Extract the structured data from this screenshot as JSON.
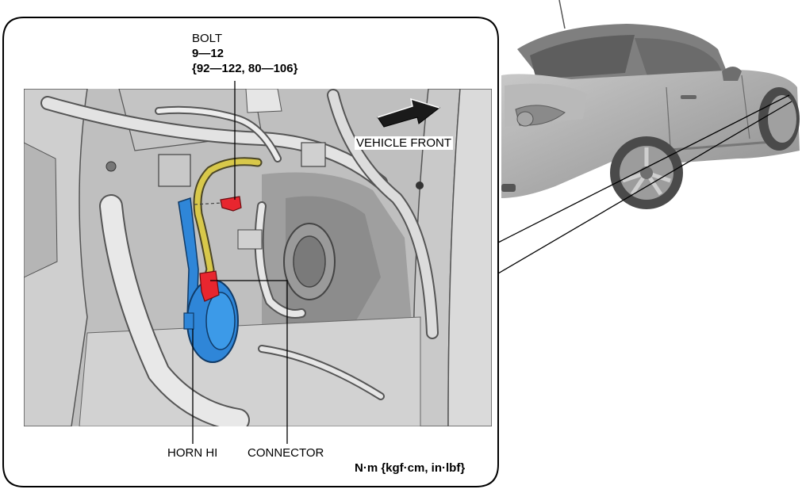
{
  "callouts": {
    "bolt": {
      "label": "BOLT",
      "torque_nm": "9—12",
      "torque_other": "{92—122, 80—106}"
    },
    "vehicle_front": "VEHICLE FRONT",
    "horn": "HORN HI",
    "connector": "CONNECTOR",
    "units": "N·m {kgf·cm, in·lbf}"
  },
  "colors": {
    "horn_highlight": "#2f86d8",
    "connector_highlight": "#e8262f",
    "harness_highlight": "#d8c84a",
    "frame_stroke": "#000000",
    "part_gray": "#bfbfbf"
  }
}
